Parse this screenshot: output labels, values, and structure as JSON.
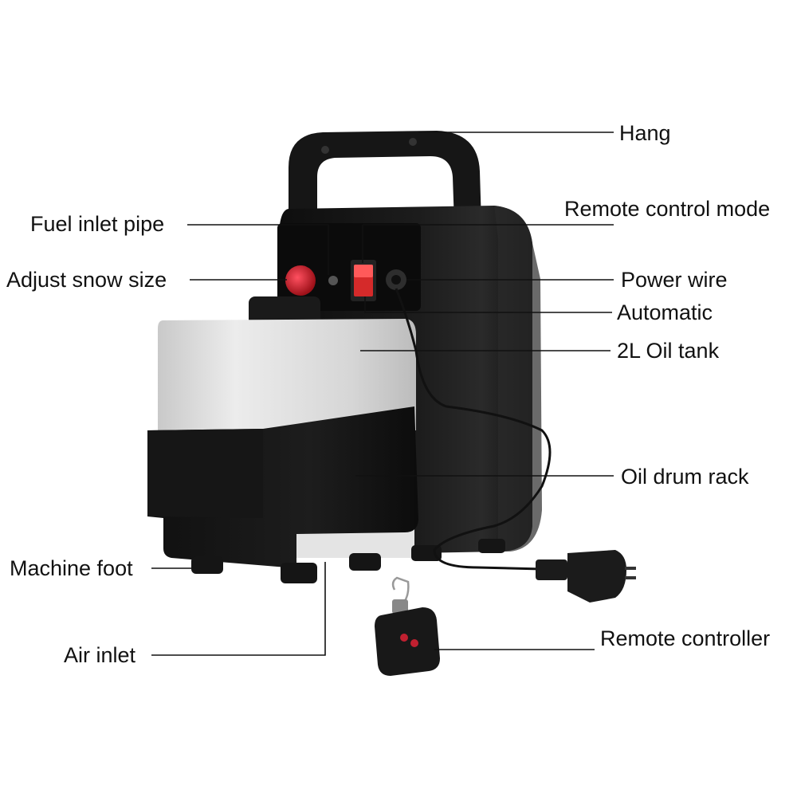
{
  "labels": {
    "hang": "Hang",
    "remote_control_mode": "Remote control mode",
    "fuel_inlet_pipe": "Fuel inlet pipe",
    "adjust_snow_size": "Adjust snow size",
    "power_wire": "Power wire",
    "automatic": "Automatic",
    "oil_tank": "2L Oil tank",
    "oil_drum_rack": "Oil drum rack",
    "machine_foot": "Machine foot",
    "air_inlet": "Air inlet",
    "remote_controller": "Remote controller"
  },
  "colors": {
    "body": "#1a1a1a",
    "tank": "#dcdcdc",
    "knob_red": "#c8202a",
    "leader": "#111111",
    "text": "#111111"
  }
}
